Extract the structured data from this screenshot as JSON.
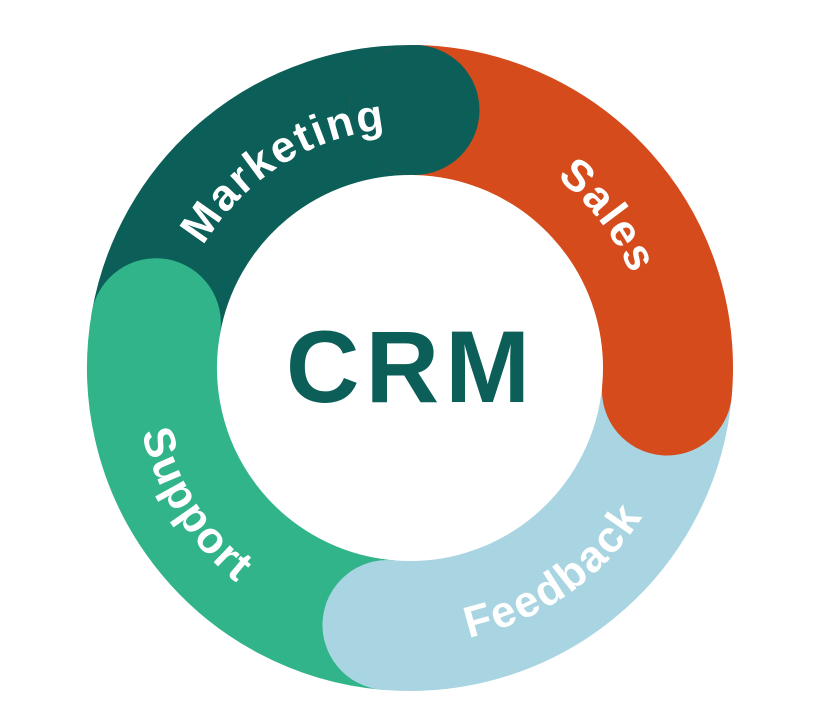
{
  "background": "#ffffff",
  "label_color": "#ffffff",
  "center": {
    "title": "CRM",
    "color": "#0b5f58"
  },
  "segments": [
    {
      "id": "marketing",
      "label": "Marketing",
      "color": "#0b5f58"
    },
    {
      "id": "sales",
      "label": "Sales",
      "color": "#d54b1b"
    },
    {
      "id": "feedback",
      "label": "Feedback",
      "color": "#a9d5e2"
    },
    {
      "id": "support",
      "label": "Support",
      "color": "#32b48b"
    }
  ]
}
